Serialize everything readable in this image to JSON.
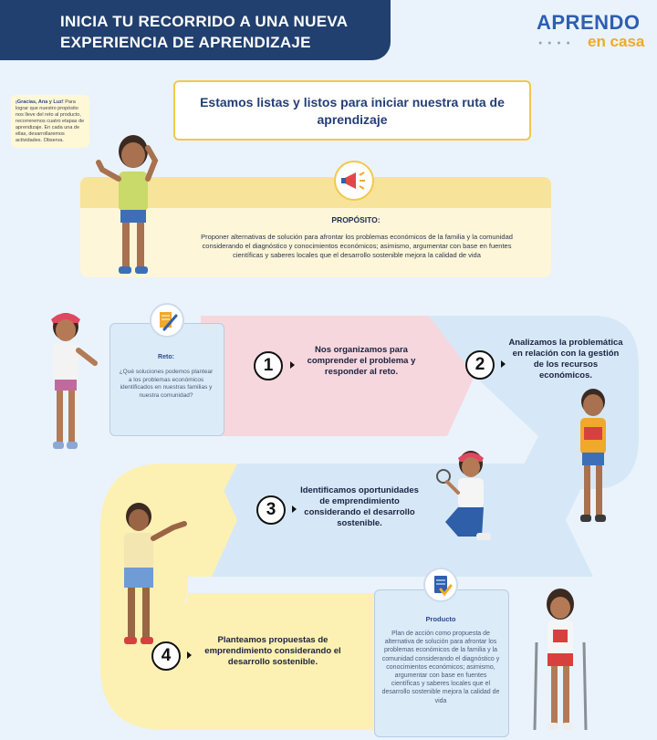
{
  "header": {
    "title": "INICIA TU RECORRIDO A UNA NUEVA EXPERIENCIA DE APRENDIZAJE"
  },
  "logo": {
    "top": "APRENDO",
    "bottom": "en casa"
  },
  "title_box": {
    "text": "Estamos listas y listos para iniciar nuestra ruta de aprendizaje"
  },
  "speech": {
    "greeting": "¡Gracias, Ana y Luz!",
    "text": "Para lograr que nuestro propósito nos lleve del reto al producto, recorreremos cuatro etapas de aprendizaje. En cada una de ellas, desarrollaremos actividades. Observa."
  },
  "proposito": {
    "title": "PROPÓSITO:",
    "text": "Proponer alternativas de solución para afrontar los problemas económicos de la familia y la comunidad considerando el diagnóstico y conocimientos económicos; asimismo, argumentar con base en fuentes científicas y saberes locales que el desarrollo sostenible mejora la calidad de vida"
  },
  "reto": {
    "title": "Reto:",
    "text": "¿Qué soluciones podemos plantear a los problemas económicos identificados en nuestras familias y nuestra comunidad?"
  },
  "steps": [
    {
      "num": "1",
      "text": "Nos organizamos para comprender el problema y responder al reto."
    },
    {
      "num": "2",
      "text": "Analizamos la problemática en relación con la gestión de los recursos económicos."
    },
    {
      "num": "3",
      "text": "Identificamos oportunidades de emprendimiento considerando el desarrollo sostenible."
    },
    {
      "num": "4",
      "text": "Planteamos propuestas de emprendimiento considerando el desarrollo sostenible."
    }
  ],
  "producto": {
    "title": "Producto",
    "text": "Plan de acción como propuesta de alternativa de solución para afrontar los problemas económicos de la familia y la comunidad considerando el diagnóstico y conocimientos económicos; asimismo, argumentar con base en fuentes científicas y saberes locales que el desarrollo sostenible mejora la calidad de vida"
  },
  "colors": {
    "header": "#21406f",
    "yellow": "#f7e49a",
    "pink": "#f6d7dd",
    "blue": "#d6e8f7",
    "accent": "#f0a92a"
  }
}
